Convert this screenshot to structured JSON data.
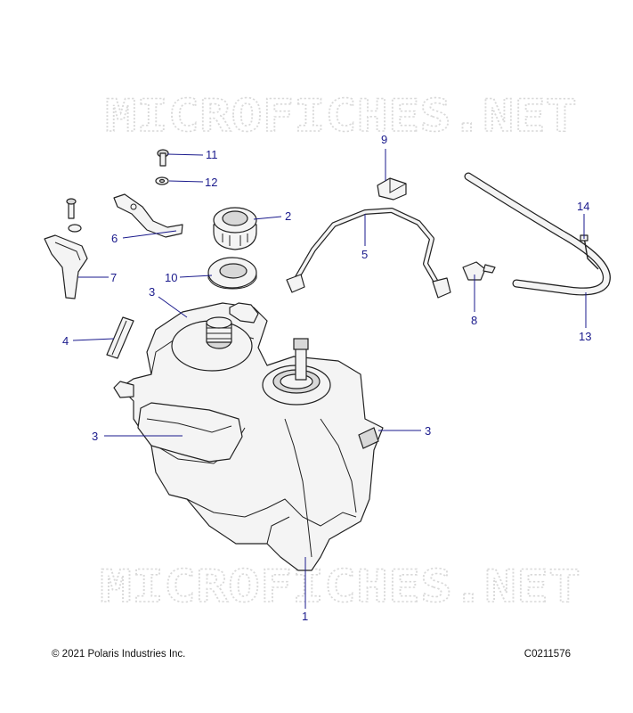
{
  "watermark": "MICROFICHES.NET",
  "callouts": {
    "c1": "1",
    "c2": "2",
    "c3a": "3",
    "c3b": "3",
    "c3c": "3",
    "c4": "4",
    "c5": "5",
    "c6": "6",
    "c7": "7",
    "c8": "8",
    "c9": "9",
    "c10": "10",
    "c11": "11",
    "c12": "12",
    "c13": "13",
    "c14": "14"
  },
  "footer": {
    "copyright": "© 2021 Polaris Industries Inc.",
    "diagram_code": "C0211576"
  },
  "colors": {
    "callout": "#1a1a8c",
    "watermark": "#d9d9d9",
    "line": "#222222"
  }
}
